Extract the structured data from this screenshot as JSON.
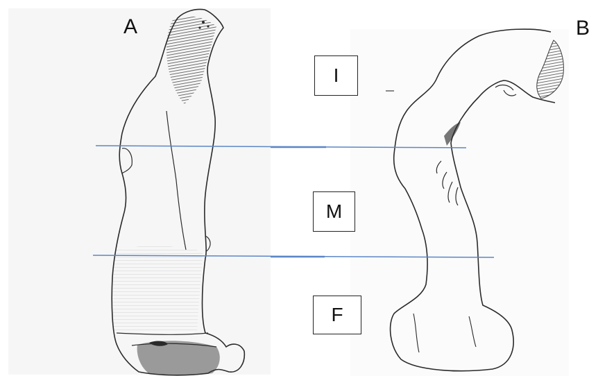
{
  "panels": {
    "a_label": "A",
    "b_label": "B"
  },
  "regions": {
    "upper": "I",
    "middle": "M",
    "lower": "F"
  },
  "colors": {
    "divider_line": "#5b86c6",
    "outline": "#2a2a2a",
    "shading": "#6e6e6e",
    "paper_a": "#f6f6f6",
    "paper_b": "#fbfbfb"
  }
}
